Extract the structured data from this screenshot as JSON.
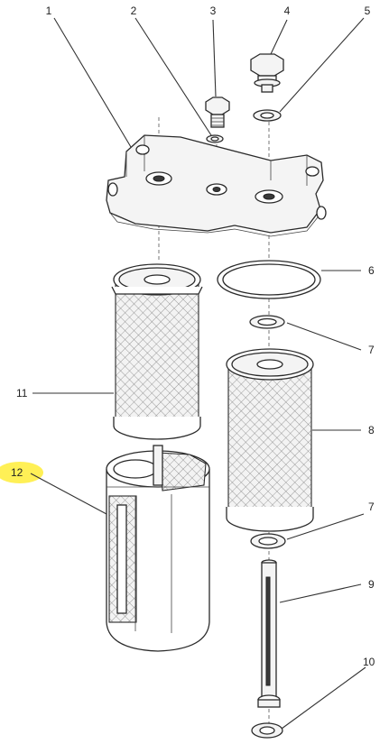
{
  "callouts": [
    {
      "id": "1",
      "text": "1"
    },
    {
      "id": "2",
      "text": "2"
    },
    {
      "id": "3",
      "text": "3"
    },
    {
      "id": "4",
      "text": "4"
    },
    {
      "id": "5",
      "text": "5"
    },
    {
      "id": "6",
      "text": "6"
    },
    {
      "id": "7a",
      "text": "7"
    },
    {
      "id": "8",
      "text": "8"
    },
    {
      "id": "7b",
      "text": "7"
    },
    {
      "id": "9",
      "text": "9"
    },
    {
      "id": "10",
      "text": "10"
    },
    {
      "id": "11",
      "text": "11"
    },
    {
      "id": "12",
      "text": "12"
    }
  ],
  "colors": {
    "highlight": "#ffee44",
    "line": "#333333"
  }
}
